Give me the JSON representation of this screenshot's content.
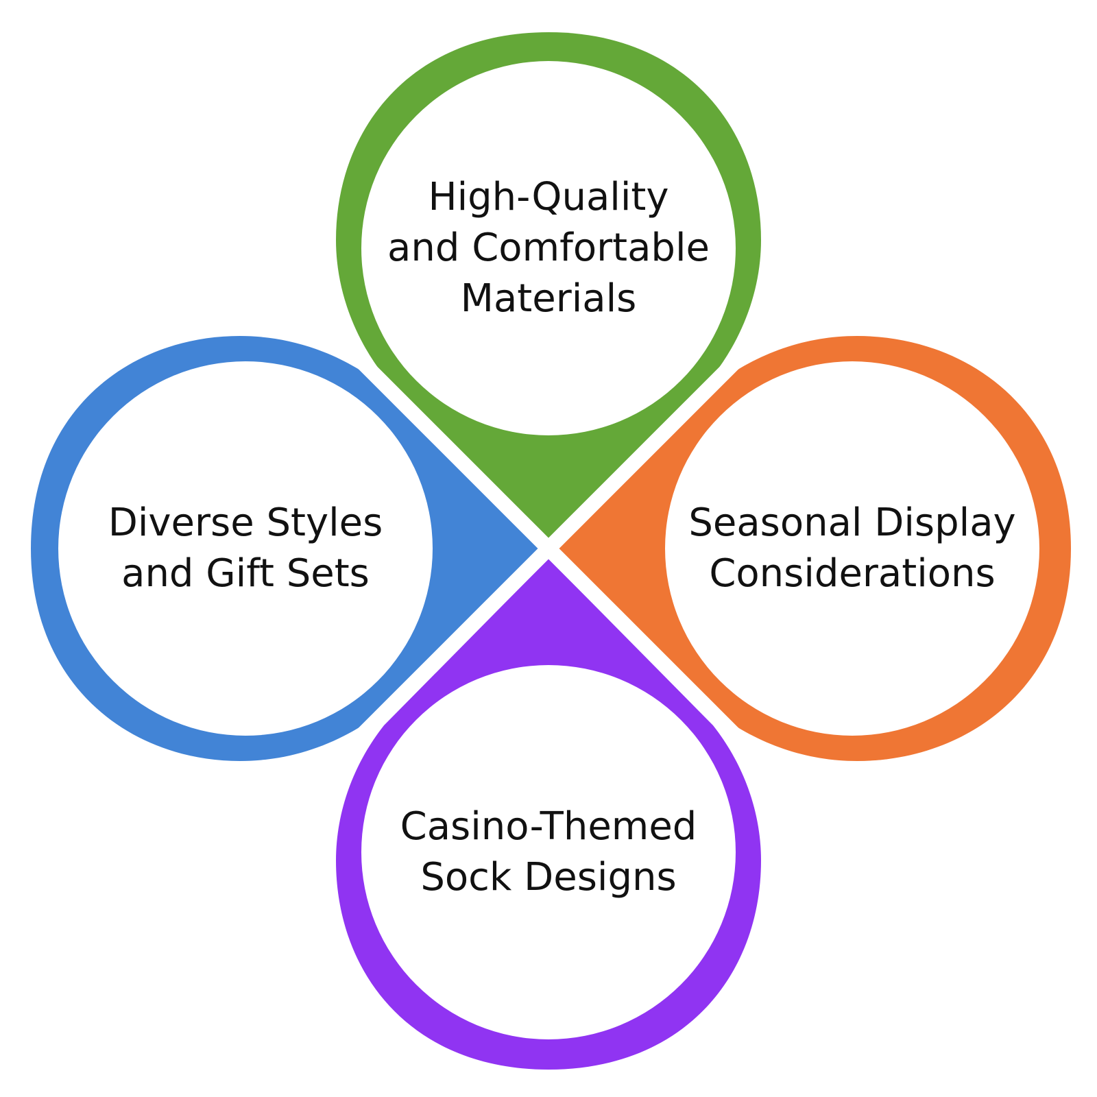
{
  "diagram": {
    "items": [
      {
        "id": "top",
        "color": "#64a838",
        "lines": [
          "High-Quality",
          "and Comfortable",
          "Materials"
        ]
      },
      {
        "id": "left",
        "color": "#4284d6",
        "lines": [
          "Diverse Styles",
          "and Gift Sets"
        ]
      },
      {
        "id": "right",
        "color": "#ef7634",
        "lines": [
          "Seasonal Display",
          "Considerations"
        ]
      },
      {
        "id": "bottom",
        "color": "#9034f2",
        "lines": [
          "Casino-Themed",
          "Sock Designs"
        ]
      }
    ]
  }
}
